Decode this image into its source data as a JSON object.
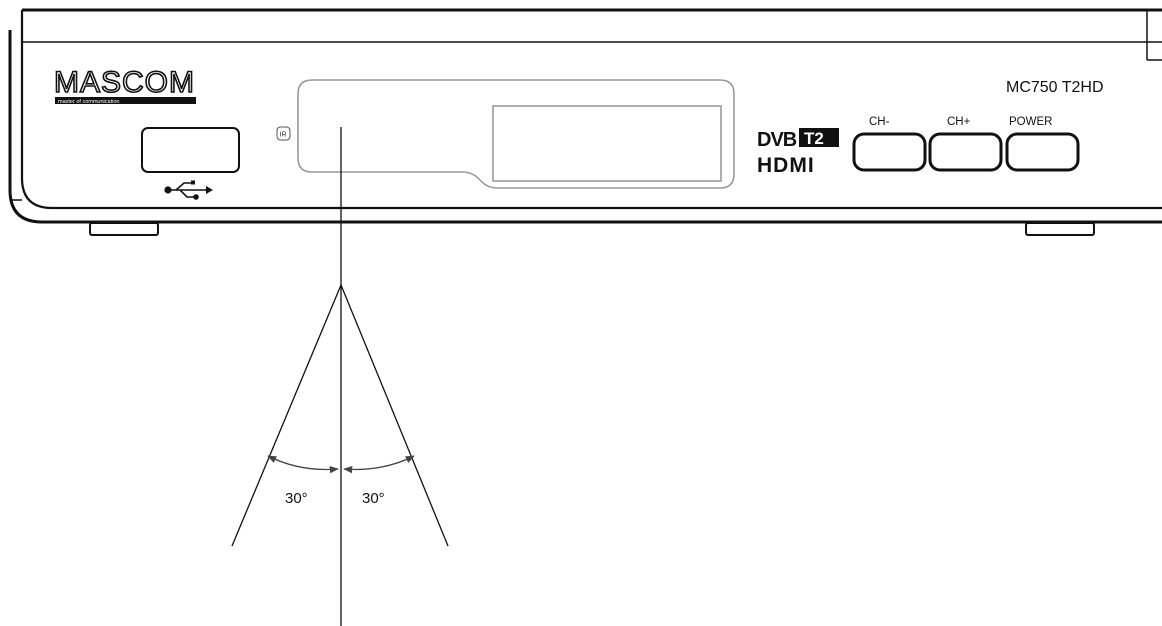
{
  "brand": {
    "name": "MASCOM",
    "tagline": "master of communication"
  },
  "model": "MC750 T2HD",
  "ir_label": "IR",
  "badges": {
    "dvb": "DVB",
    "dvb_suffix": "T2",
    "hdmi": "HDMI"
  },
  "buttons": [
    {
      "label": "CH-"
    },
    {
      "label": "CH+"
    },
    {
      "label": "POWER"
    }
  ],
  "reception_angle": {
    "left": "30°",
    "right": "30°"
  },
  "colors": {
    "line": "#111111",
    "panel_outline": "#888888",
    "background": "#ffffff"
  }
}
